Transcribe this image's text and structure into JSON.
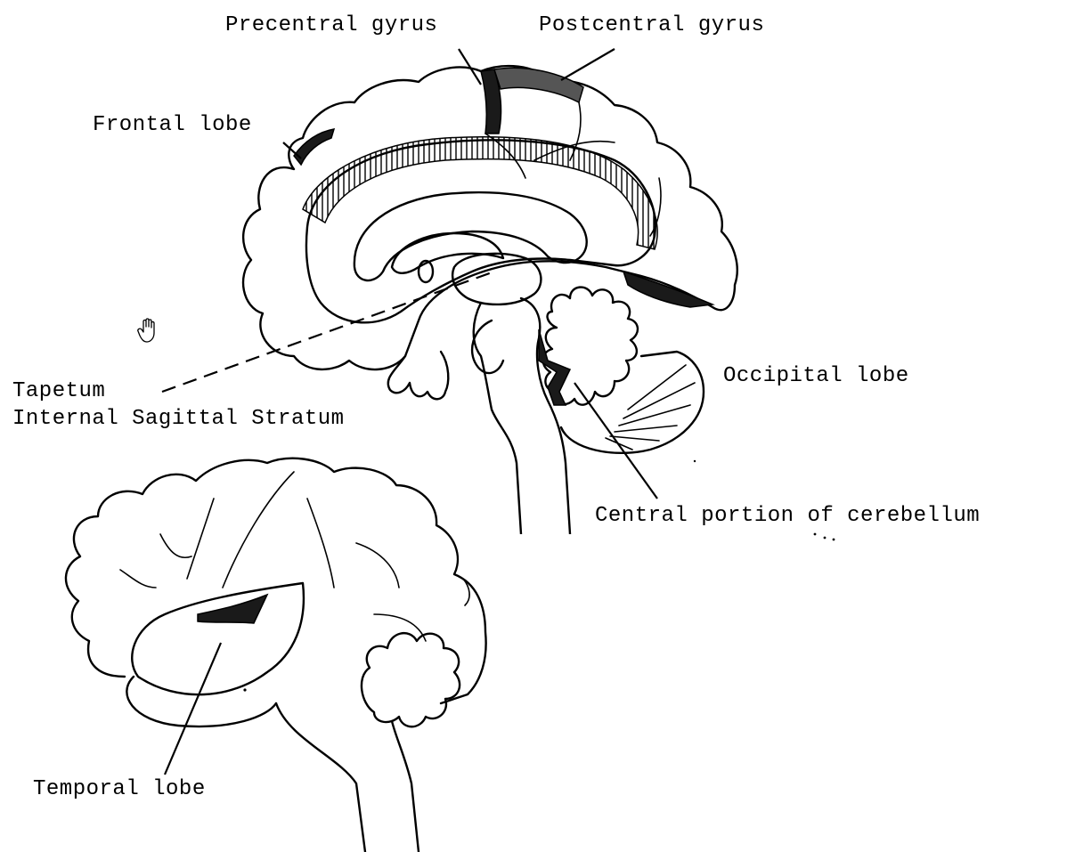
{
  "labels": {
    "precentral": "Precentral gyrus",
    "postcentral": "Postcentral gyrus",
    "frontal": "Frontal lobe",
    "tapetum": "Tapetum",
    "sagittal": "Internal Sagittal Stratum",
    "occipital": "Occipital lobe",
    "cerebellum": "Central portion of cerebellum",
    "temporal": "Temporal lobe"
  },
  "icons": {
    "cursor": "hand-cursor-icon"
  },
  "colors": {
    "ink": "#000000",
    "background": "#ffffff",
    "shading_dark": "#1a1a1a"
  }
}
